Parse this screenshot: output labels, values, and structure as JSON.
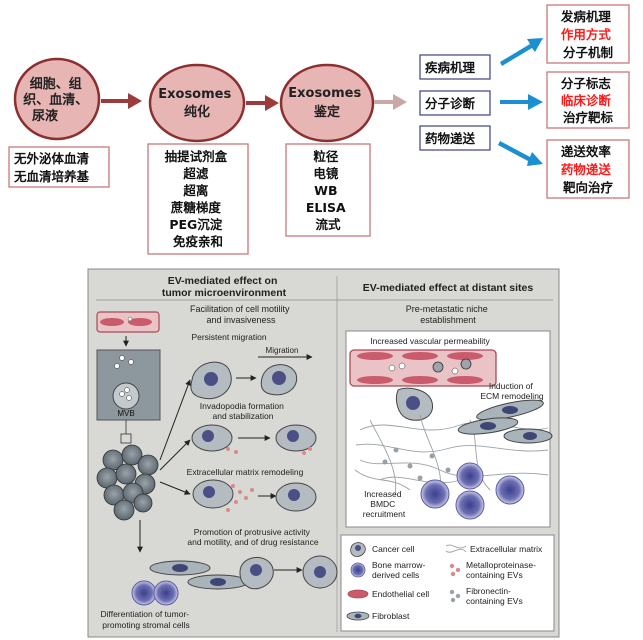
{
  "top": {
    "sample_circle": [
      "细胞、组",
      "织、血清、",
      "尿液"
    ],
    "sample_note": [
      "无外泌体血清",
      "无血清培养基"
    ],
    "purify_circle": [
      "Exosomes",
      "纯化"
    ],
    "purify_methods": [
      "抽提试剂盒",
      "超滤",
      "超离",
      "蔗糖梯度",
      "PEG沉淀",
      "免疫亲和"
    ],
    "identify_circle": [
      "Exosomes",
      "鉴定"
    ],
    "identify_methods": [
      "粒径",
      "电镜",
      "WB",
      "ELISA",
      "流式"
    ],
    "applications": [
      {
        "label": "疾病机理",
        "outcome": [
          "发病机理",
          "作用方式",
          "分子机制"
        ]
      },
      {
        "label": "分子诊断",
        "outcome": [
          "分子标志",
          "临床诊断",
          "治疗靶标"
        ]
      },
      {
        "label": "药物递送",
        "outcome": [
          "递送效率",
          "药物递送",
          "靶向治疗"
        ]
      }
    ],
    "colors": {
      "circle_fill": "#e7b6b4",
      "circle_stroke": "#8c2f2f",
      "arrow_red": "#9b3b3b",
      "arrow_blue": "#1b8fd0",
      "highlight": "#ff1a1a",
      "box_stroke": "#c67a78"
    }
  },
  "figure": {
    "left_header": [
      "EV-mediated effect on",
      "tumor microenvironment"
    ],
    "right_header": "EV-mediated effect at distant sites",
    "motility_title": [
      "Facilitation of cell motility",
      "and invasiveness"
    ],
    "persistent": "Persistent migration",
    "migration": "Migration",
    "invadopodia": [
      "Invadopodia formation",
      "and stabilization"
    ],
    "ecm_remodel": "Extracellular matrix remodeling",
    "protrusive": [
      "Promotion of protrusive activity",
      "and motility, and of drug resistance"
    ],
    "stromal": [
      "Differentiation of tumor-",
      "promoting stromal cells"
    ],
    "mvb": "MVB",
    "premetastatic": [
      "Pre-metastatic niche",
      "establishment"
    ],
    "vascular": "Increased vascular permeability",
    "ecm_induction": [
      "Induction of",
      "ECM remodeling"
    ],
    "bmdc": [
      "Increased",
      "BMDC",
      "recruitment"
    ],
    "legend": {
      "cancer": "Cancer cell",
      "ecm": "Extracellular matrix",
      "bone": [
        "Bone marrow-",
        "derived cells"
      ],
      "mmp": [
        "Metalloproteinase-",
        "containing EVs"
      ],
      "endo": "Endothelial cell",
      "fibro_ev": [
        "Fibronectin-",
        "containing EVs"
      ],
      "fibroblast": "Fibroblast"
    }
  }
}
